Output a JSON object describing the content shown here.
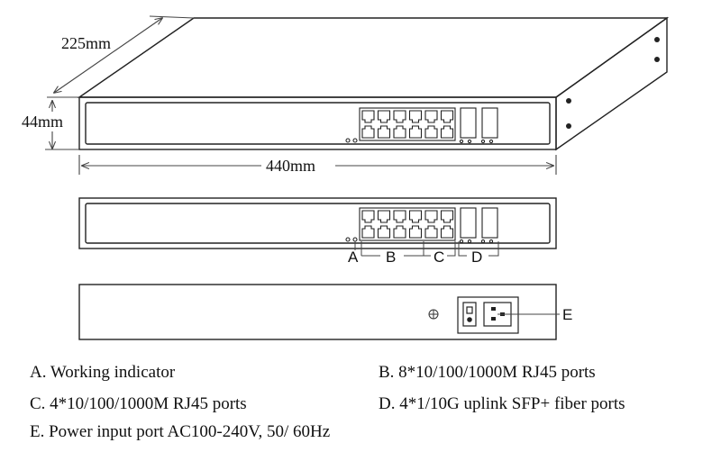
{
  "dimensions": {
    "depth": "225mm",
    "height": "44mm",
    "width": "440mm"
  },
  "port_labels": {
    "a": "A",
    "b": "B",
    "c": "C",
    "d": "D",
    "e": "E"
  },
  "legend": {
    "a": "A. Working indicator",
    "b": "B. 8*10/100/1000M RJ45 ports",
    "c": "C. 4*10/100/1000M RJ45 ports",
    "d": "D. 4*1/10G uplink SFP+ fiber ports",
    "e": "E. Power input port AC100-240V, 50/ 60Hz"
  }
}
